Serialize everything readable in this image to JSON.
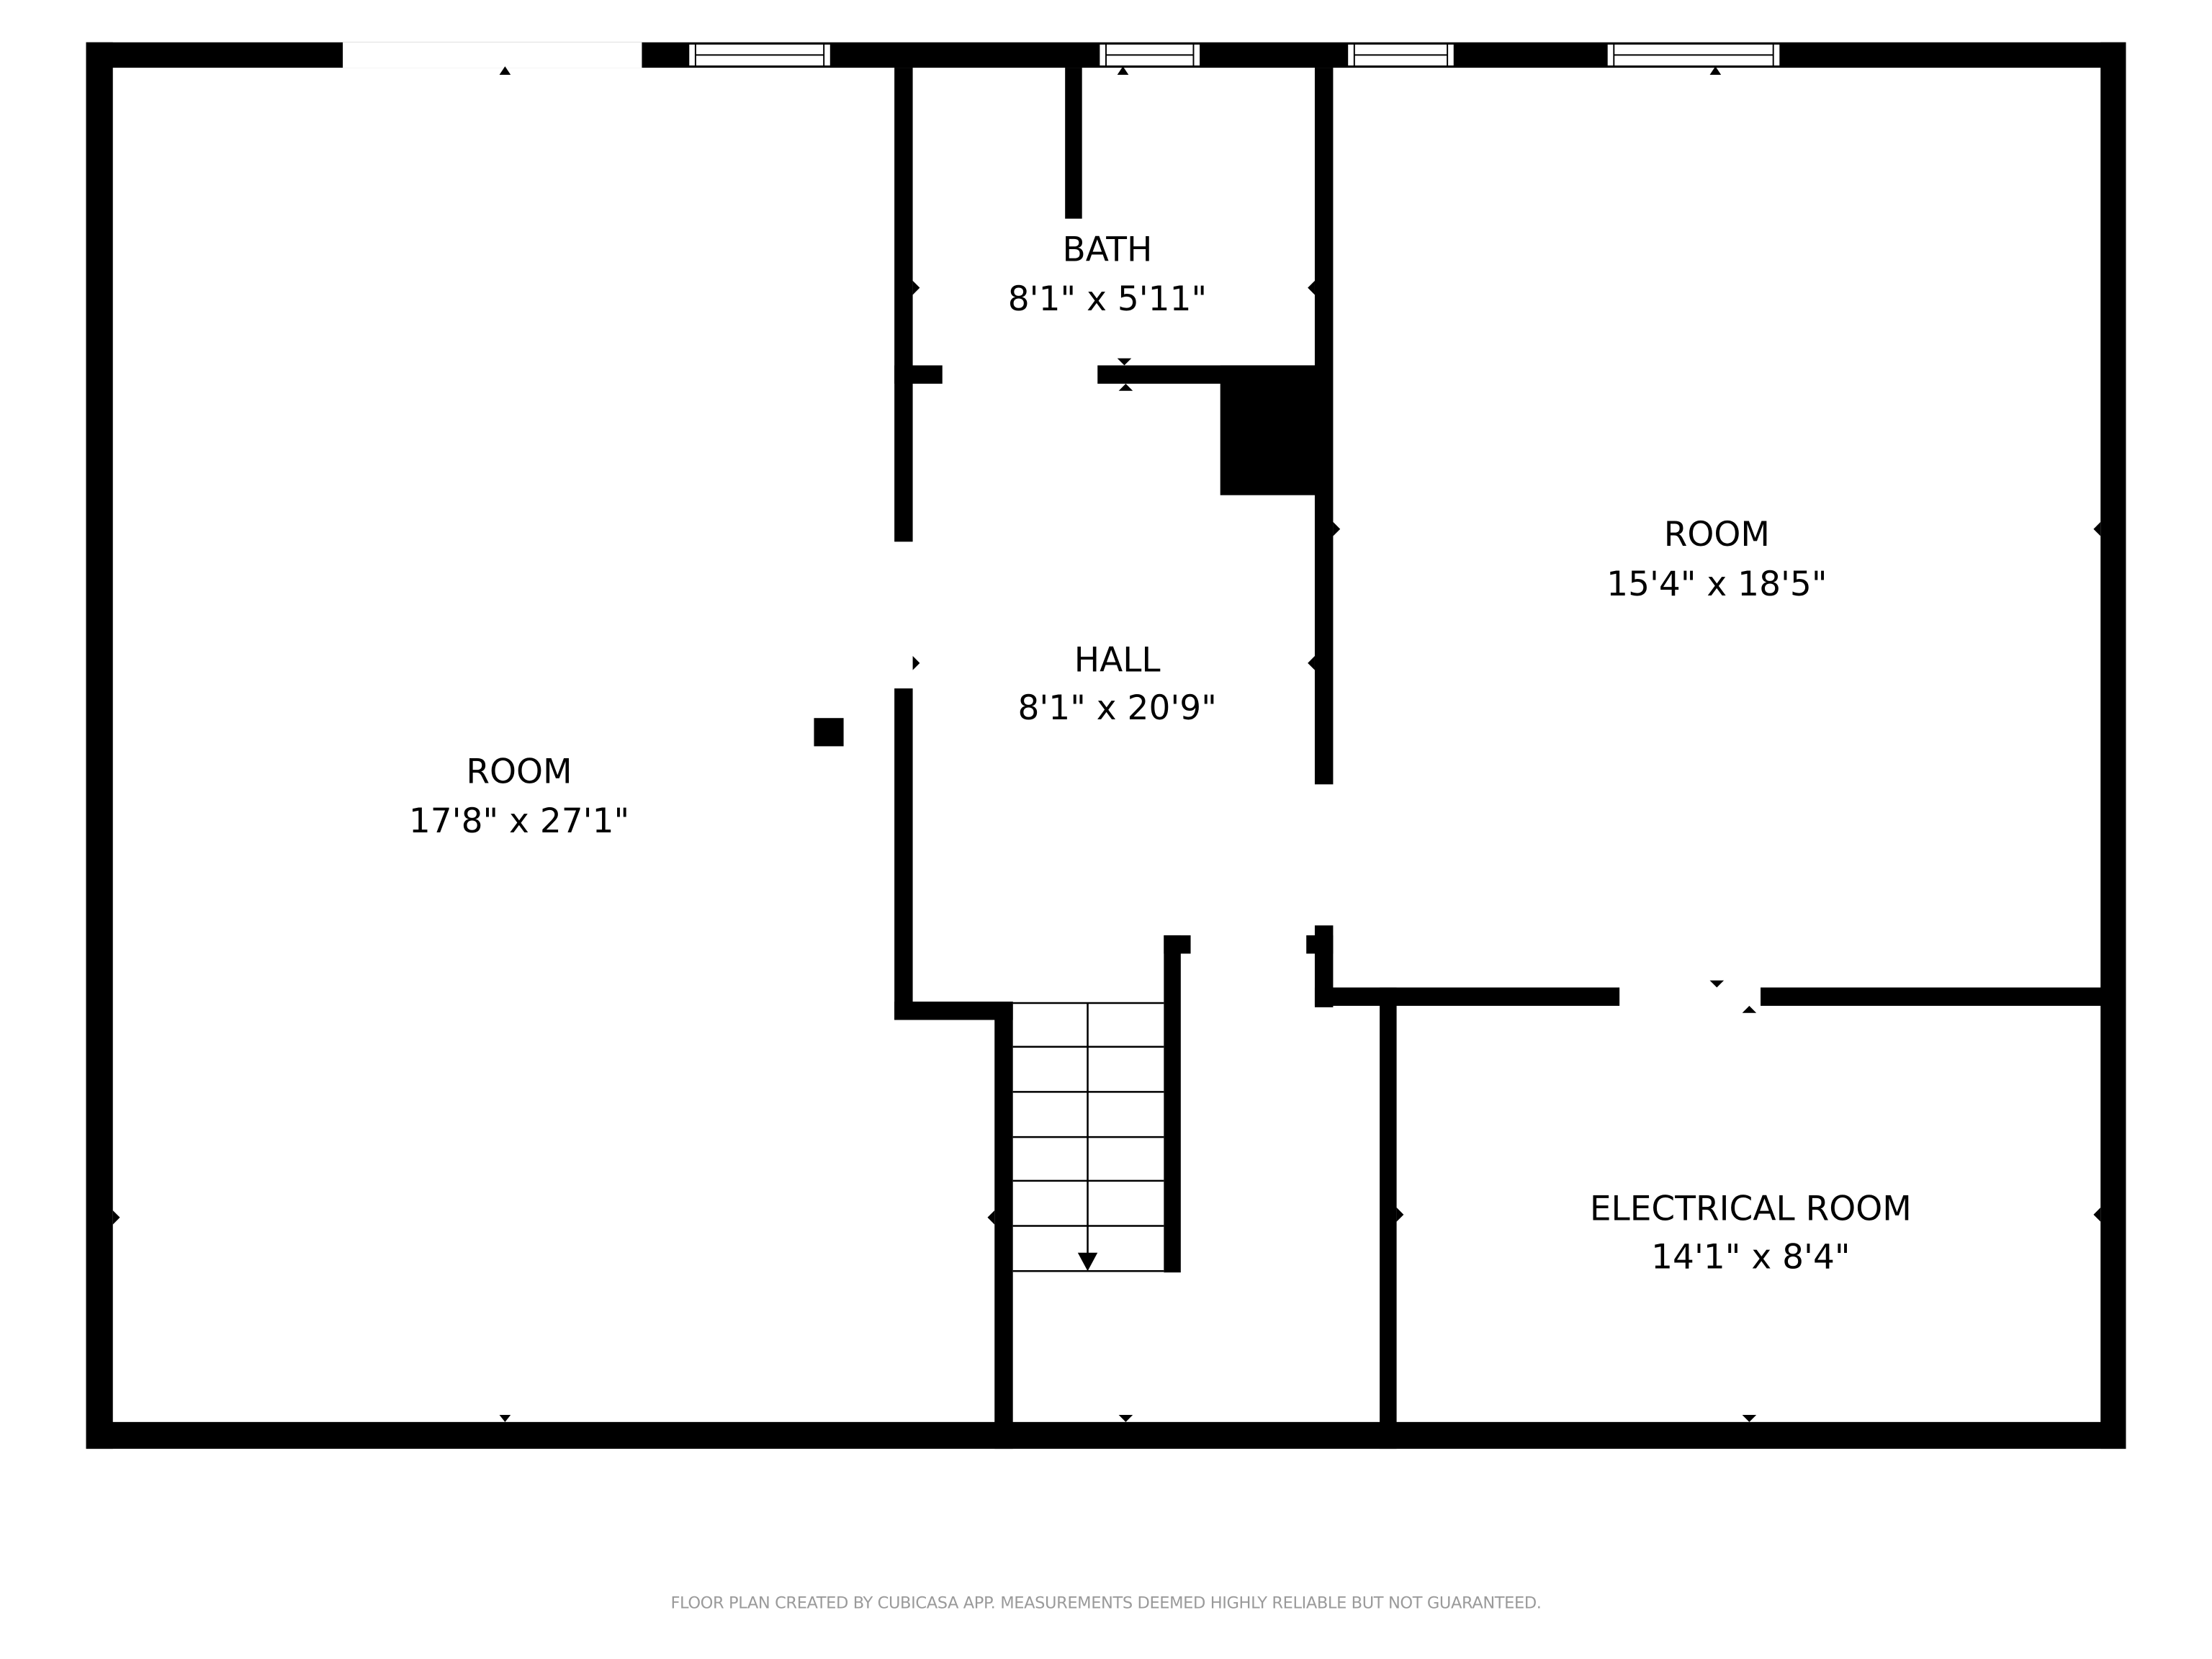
{
  "floor_plan": {
    "rooms": [
      {
        "id": "room-left",
        "name": "ROOM",
        "dimensions": "17'8\" x 27'1\""
      },
      {
        "id": "bath",
        "name": "BATH",
        "dimensions": "8'1\" x 5'11\""
      },
      {
        "id": "hall",
        "name": "HALL",
        "dimensions": "8'1\" x 20'9\""
      },
      {
        "id": "room-right",
        "name": "ROOM",
        "dimensions": "15'4\" x 18'5\""
      },
      {
        "id": "electrical-room",
        "name": "ELECTRICAL ROOM",
        "dimensions": "14'1\" x 8'4\""
      }
    ],
    "features": {
      "windows": 5,
      "stairs": {
        "steps": 6,
        "direction": "down"
      }
    },
    "colors": {
      "wall": "#000000",
      "background": "#ffffff",
      "footer_text": "#9a9a9a"
    }
  },
  "footer": {
    "disclaimer": "FLOOR PLAN CREATED BY CUBICASA APP. MEASUREMENTS DEEMED HIGHLY RELIABLE BUT NOT GUARANTEED."
  }
}
